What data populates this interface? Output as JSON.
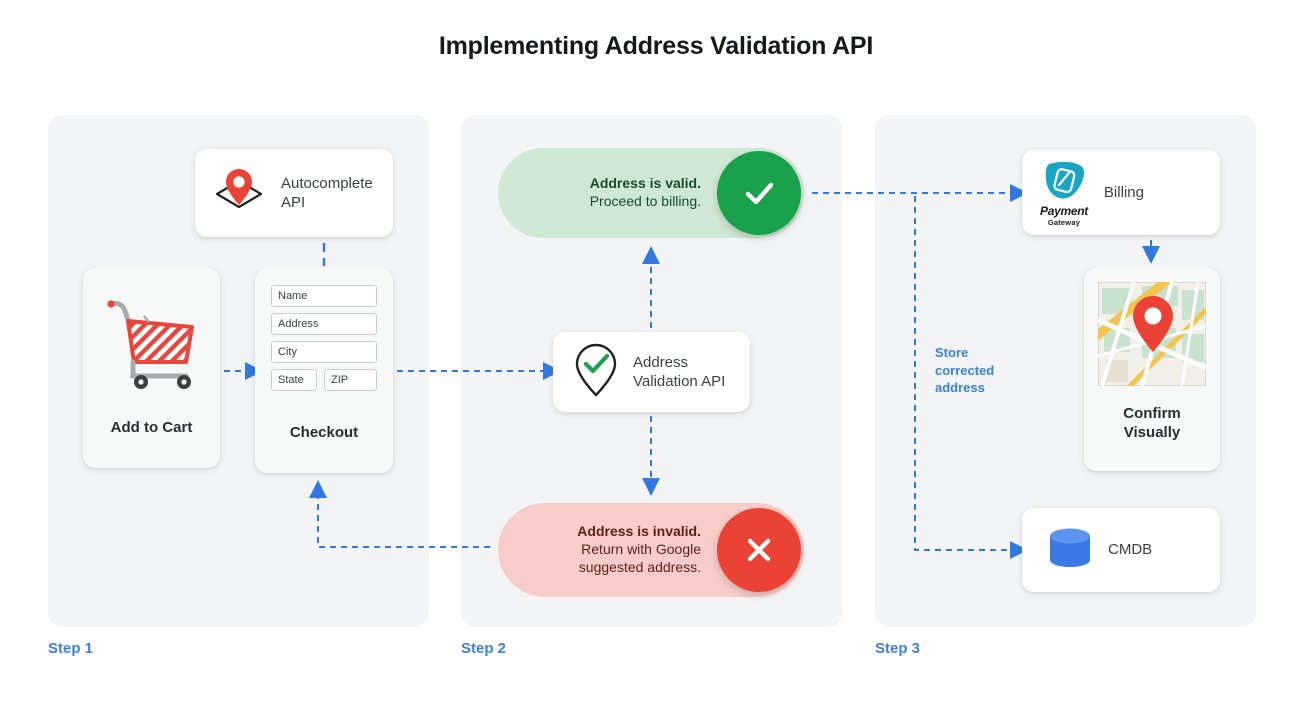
{
  "title": "Implementing Address Validation API",
  "colors": {
    "accent_blue": "#3e7fd8",
    "panel_bg": "#f3f4f5",
    "valid_bg": "#cfe8d4",
    "valid_circle": "#1aa14b",
    "invalid_bg": "#f8ccc8",
    "invalid_circle": "#ea4335",
    "pin_red": "#ea4335",
    "cmdb_blue": "#4285f4"
  },
  "steps": [
    {
      "label": "Step 1"
    },
    {
      "label": "Step 2"
    },
    {
      "label": "Step 3"
    }
  ],
  "step1": {
    "autocomplete": {
      "title_line1": "Autocomplete",
      "title_line2": "API",
      "icon": "location-pin-diamond-icon"
    },
    "cart": {
      "caption": "Add to Cart",
      "icon": "shopping-cart-icon"
    },
    "checkout": {
      "caption": "Checkout",
      "fields": [
        {
          "label": "Name"
        },
        {
          "label": "Address"
        },
        {
          "label": "City"
        }
      ],
      "field_row": [
        {
          "label": "State"
        },
        {
          "label": "ZIP"
        }
      ]
    }
  },
  "step2": {
    "valid": {
      "line1": "Address is valid.",
      "line2": "Proceed to billing.",
      "icon": "check-circle-icon"
    },
    "invalid": {
      "line1": "Address is invalid.",
      "line2": "Return with Google",
      "line3": "suggested address.",
      "icon": "x-circle-icon"
    },
    "validation_api": {
      "title_line1": "Address",
      "title_line2": "Validation API",
      "icon": "pin-check-icon"
    }
  },
  "step3": {
    "billing": {
      "label": "Billing",
      "logo_line1": "Payment",
      "logo_line2": "Gateway",
      "icon": "payment-gateway-icon"
    },
    "confirm": {
      "caption_line1": "Confirm",
      "caption_line2": "Visually",
      "icon": "map-thumbnail-icon"
    },
    "cmdb": {
      "label": "CMDB",
      "icon": "database-cylinder-icon"
    },
    "store_note": {
      "line1": "Store",
      "line2": "corrected",
      "line3": "address"
    }
  }
}
